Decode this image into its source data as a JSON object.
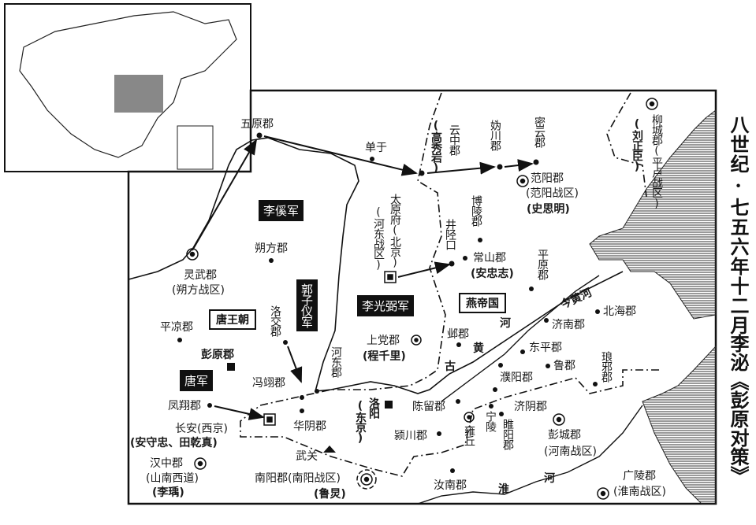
{
  "title": {
    "line1": "八世纪·七五六年十二月",
    "line2": "李泌《彭原对策》"
  },
  "regimes": {
    "tang": "唐王朝",
    "yan": "燕帝国"
  },
  "armies": {
    "li_tan": "李傒军",
    "guo_ziyi": "郭子仪军",
    "li_guangbi": "李光弼军",
    "tang": "唐军"
  },
  "rivers": {
    "jin_huanghe": "今黄河",
    "gu": "古",
    "huang": "黄",
    "he": "河",
    "huai": "淮",
    "huai_he": "河"
  },
  "places": {
    "wuyuan": "五原郡",
    "chanyu": "单于",
    "gao_xiuyan": "(高秀岩)",
    "yunzhong": "云中郡",
    "guichuan": "妫川郡",
    "miyun": "密云郡",
    "fanyang": "范阳郡",
    "fanyang_zone": "(范阳战区)",
    "shi_siming": "(史思明)",
    "liucheng": "柳城郡(平卢战区)",
    "liu_zhengchen": "(刘正臣)",
    "taiyuan": "太原府(北京)",
    "hedong_zone": "(河东战区)",
    "jingxing": "井陉口",
    "boling": "博陵郡",
    "changshan": "常山郡",
    "an_zhongzhi": "(安忠志)",
    "pingyuan": "平原郡",
    "lingwu": "灵武郡",
    "shuofang_zone": "(朔方战区)",
    "shuofang": "朔方郡",
    "luojiao": "洛交郡",
    "pingliang": "平凉郡",
    "pengyuan": "彭原郡",
    "pingyi": "冯翊郡",
    "fengxiang": "凤翔郡",
    "changan": "长安(西京)",
    "an_tian": "(安守忠、田乾真)",
    "huayin": "华阴郡",
    "hedong": "河东郡",
    "shangdang": "上党郡",
    "cheng_qianli": "(程千里)",
    "luoyang": "洛阳",
    "dongjing": "(东京)",
    "wuguan": "武关",
    "hanzhong": "汉中郡",
    "shannan": "(山南西道)",
    "li_yu": "(李瑀)",
    "nanyang": "南阳郡(南阳战区)",
    "lu_jiong": "(鲁炅)",
    "ye": "邺郡",
    "beihai": "北海郡",
    "jinan": "济南郡",
    "dongping": "东平郡",
    "lu": "鲁郡",
    "langye": "琅邪郡",
    "puyang": "濮阳郡",
    "chenliu": "陈留郡",
    "jiyin": "济阴郡",
    "ningling": "宁陵",
    "suiyang": "睢阳郡",
    "yongqiu": "雍丘",
    "yingchuan": "颍川郡",
    "pengcheng": "彭城郡",
    "henan_zone": "(河南战区)",
    "runan": "汝南郡",
    "guangling": "广陵郡",
    "huainan_zone": "(淮南战区)"
  }
}
